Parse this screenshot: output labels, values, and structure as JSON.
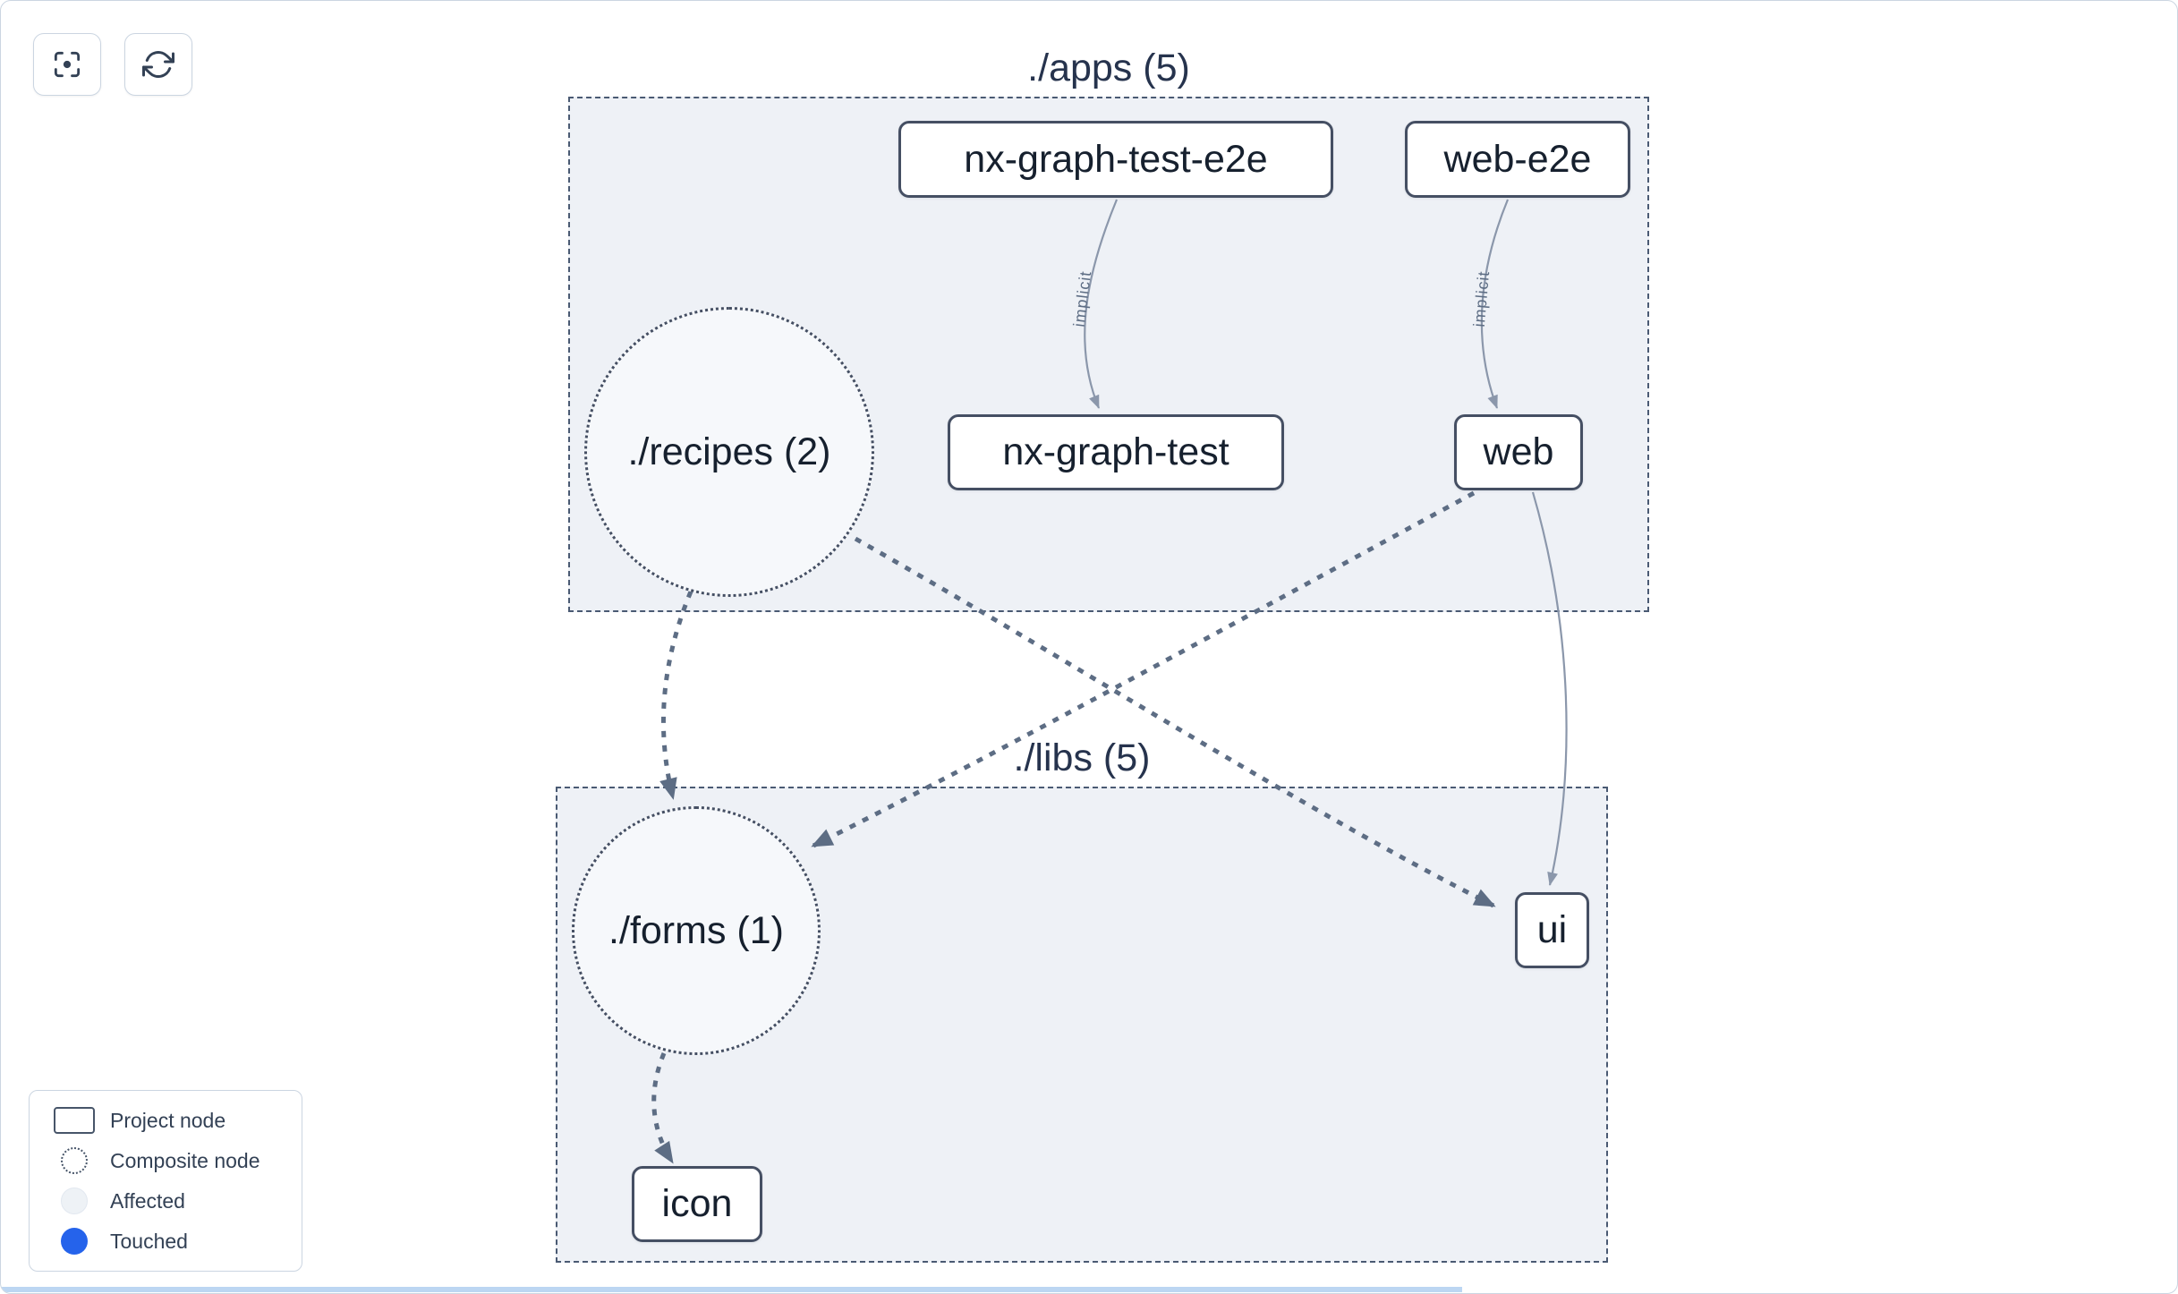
{
  "groups": {
    "apps": {
      "label": "./apps (5)"
    },
    "libs": {
      "label": "./libs (5)"
    }
  },
  "nodes": {
    "nx_graph_test_e2e": {
      "label": "nx-graph-test-e2e",
      "type": "project"
    },
    "web_e2e": {
      "label": "web-e2e",
      "type": "project"
    },
    "nx_graph_test": {
      "label": "nx-graph-test",
      "type": "project"
    },
    "web": {
      "label": "web",
      "type": "project"
    },
    "ui": {
      "label": "ui",
      "type": "project"
    },
    "icon": {
      "label": "icon",
      "type": "project"
    },
    "recipes": {
      "label": "./recipes (2)",
      "type": "composite"
    },
    "forms": {
      "label": "./forms (1)",
      "type": "composite"
    }
  },
  "edges": [
    {
      "source": "nx-graph-test-e2e",
      "target": "nx-graph-test",
      "label": "implicit",
      "style": "solid-thin"
    },
    {
      "source": "web-e2e",
      "target": "web",
      "label": "implicit",
      "style": "solid-thin"
    },
    {
      "source": "./recipes (2)",
      "target": "./forms (1)",
      "style": "dotted-thick"
    },
    {
      "source": "./recipes (2)",
      "target": "ui",
      "style": "dotted-thick"
    },
    {
      "source": "web",
      "target": "./forms (1)",
      "style": "dotted-thick"
    },
    {
      "source": "web",
      "target": "ui",
      "style": "solid-thin"
    },
    {
      "source": "./forms (1)",
      "target": "icon",
      "style": "dotted-thick"
    }
  ],
  "legend": {
    "items": [
      {
        "icon": "project-node-swatch",
        "label": "Project node"
      },
      {
        "icon": "composite-node-swatch",
        "label": "Composite node"
      },
      {
        "icon": "affected-swatch",
        "label": "Affected"
      },
      {
        "icon": "touched-swatch",
        "label": "Touched"
      }
    ]
  },
  "colors": {
    "touched": "#2563eb",
    "group_fill": "#eef1f6",
    "edge_thick": "#5d6d84",
    "edge_thin": "#8b97ab",
    "node_border": "#454f63"
  },
  "icons": {
    "toolbar": [
      "focus-icon",
      "refresh-icon"
    ]
  }
}
